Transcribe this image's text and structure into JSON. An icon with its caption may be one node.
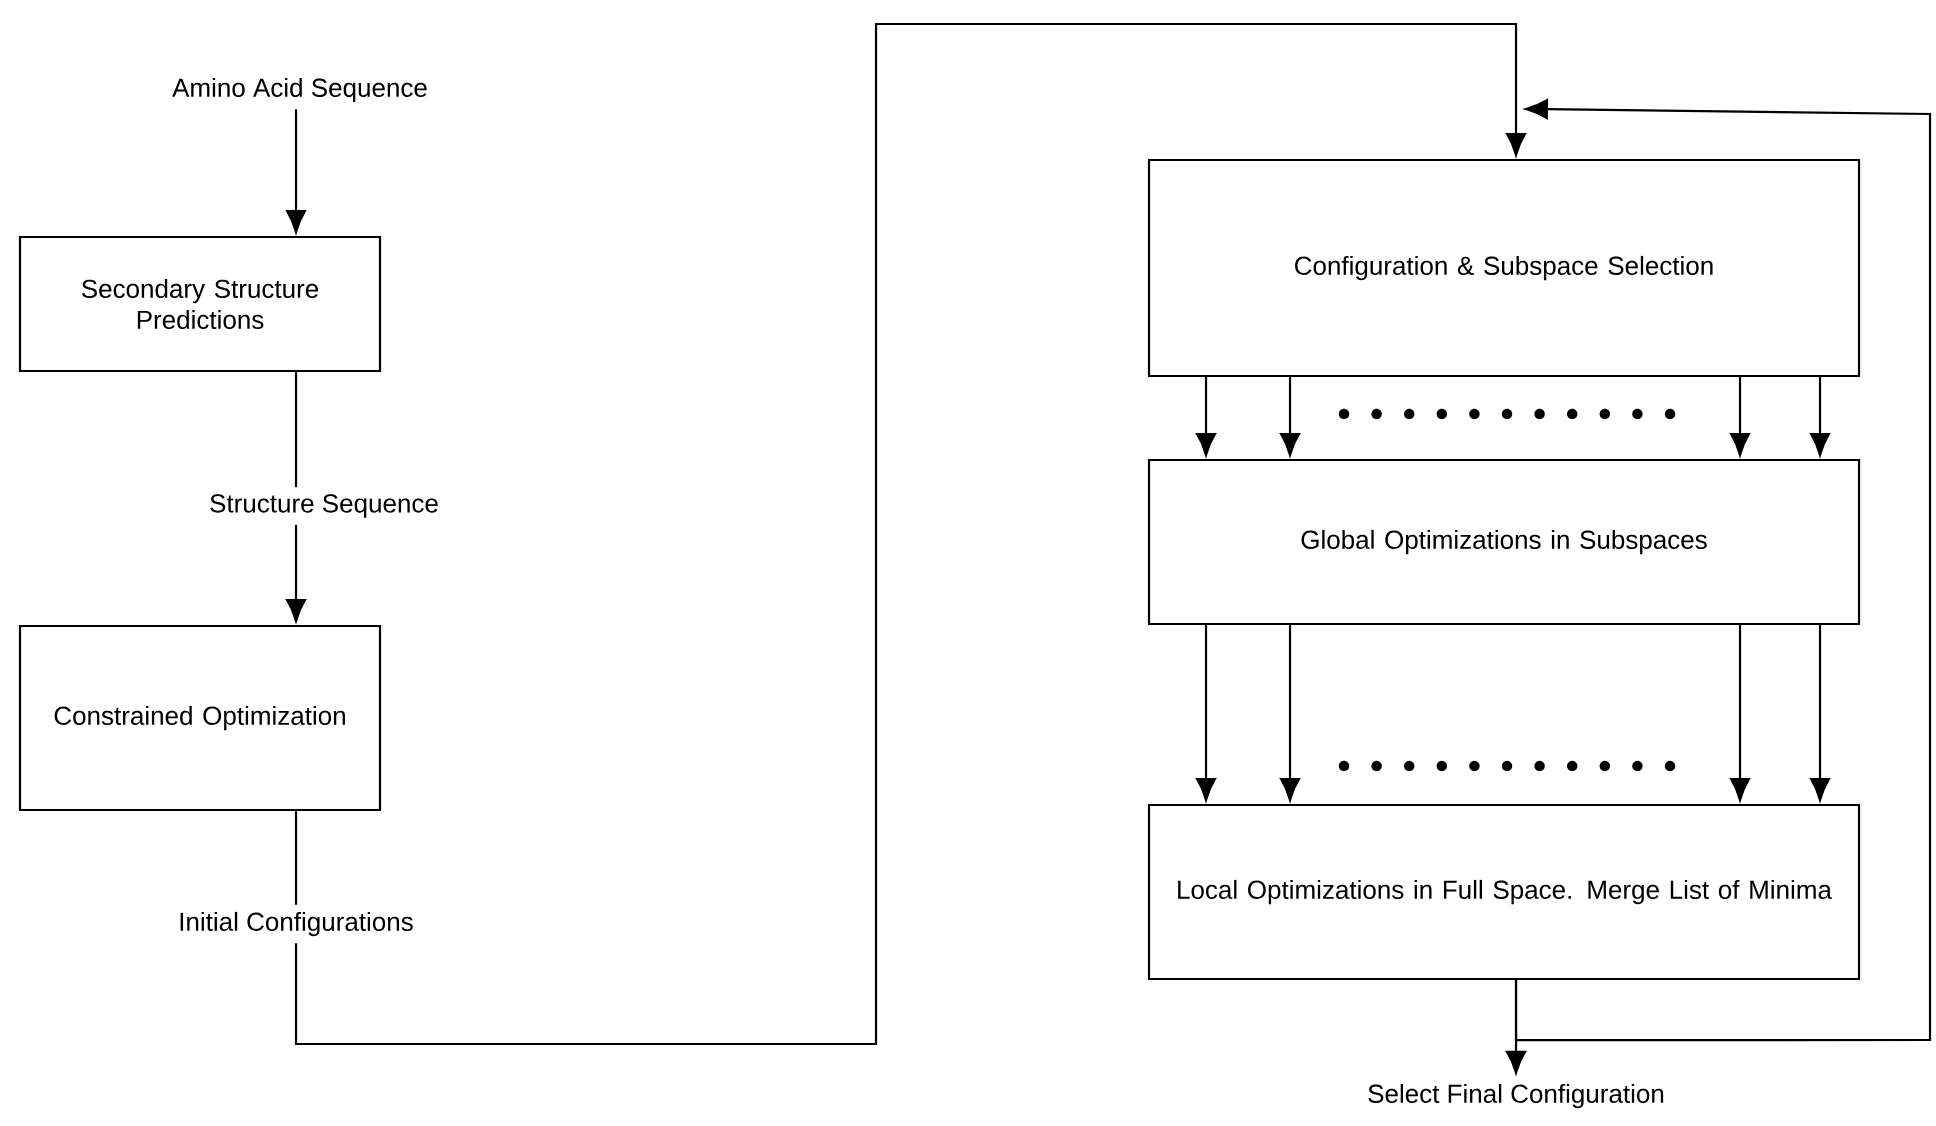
{
  "diagram": {
    "nodes": [
      {
        "text": [
          "Amino Acid Sequence"
        ]
      },
      {
        "text": [
          "Secondary Structure Predictions"
        ]
      },
      {
        "text": [
          "Structure Sequence"
        ]
      },
      {
        "text": [
          "Constrained Optimization"
        ]
      },
      {
        "text": [
          "Initial Configurations"
        ]
      },
      {
        "text": [
          "Configuration & Subspace Selection"
        ]
      },
      {
        "text": [
          "Global Optimizations in Subspaces"
        ]
      },
      {
        "text": [
          "Local Optimizations in Full Space. Merge List of Minima"
        ]
      },
      {
        "text": [
          "Select Final Configuration"
        ]
      }
    ],
    "edges": [
      {
        "from": 0,
        "to": 1,
        "arrow": "to"
      },
      {
        "from": 1,
        "to": 2,
        "arrow": "none"
      },
      {
        "from": 2,
        "to": 3,
        "arrow": "to"
      },
      {
        "from": 3,
        "to": 4,
        "arrow": "none"
      },
      {
        "from": 4,
        "to": 5,
        "arrow": "to"
      },
      {
        "from": 5,
        "to": 6,
        "arrow": "to"
      },
      {
        "from": 5,
        "to": 6,
        "arrow": "to"
      },
      {
        "from": 5,
        "to": 6,
        "arrow": "to"
      },
      {
        "from": 5,
        "to": 6,
        "arrow": "to"
      },
      {
        "from": 6,
        "to": 7,
        "arrow": "to"
      },
      {
        "from": 6,
        "to": 7,
        "arrow": "to"
      },
      {
        "from": 6,
        "to": 7,
        "arrow": "to"
      },
      {
        "from": 6,
        "to": 7,
        "arrow": "to"
      },
      {
        "from": 7,
        "to": 8,
        "arrow": "to"
      },
      {
        "from": 7,
        "to": 5,
        "arrow": "to"
      }
    ]
  }
}
